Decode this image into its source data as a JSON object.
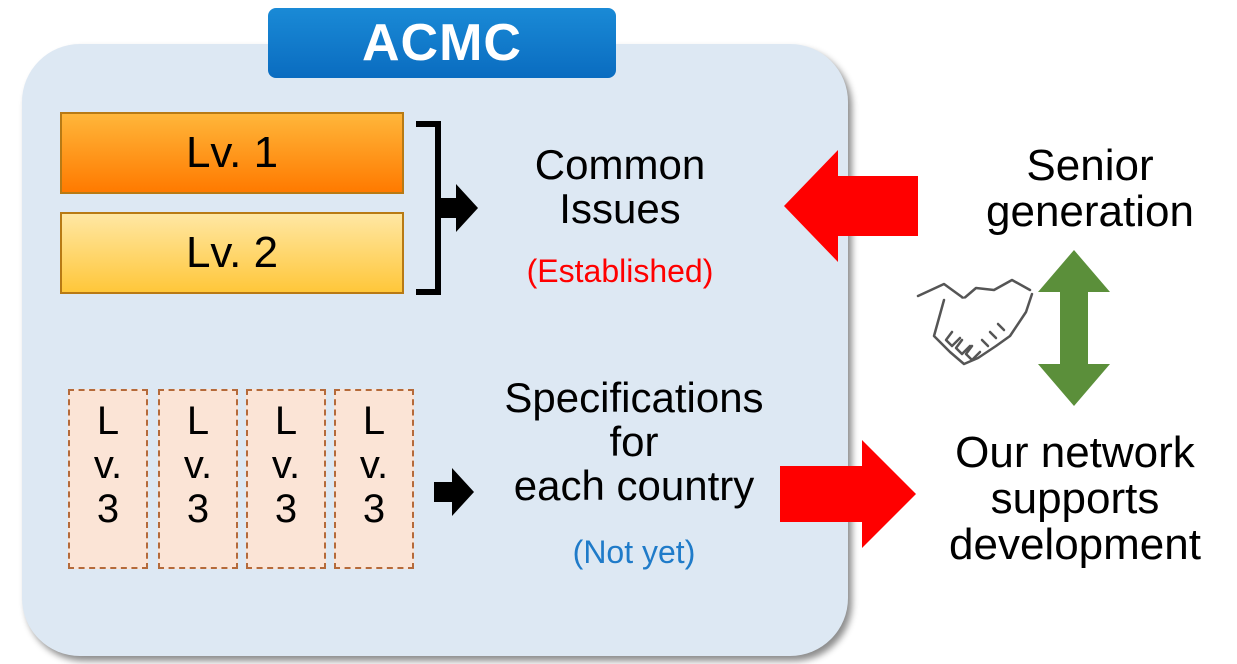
{
  "title": "ACMC",
  "levels": {
    "lv1": "Lv. 1",
    "lv2": "Lv. 2",
    "lv3": [
      "L",
      "v.",
      "3"
    ]
  },
  "common_issues": {
    "line1": "Common",
    "line2": "Issues",
    "status": "(Established)"
  },
  "specifications": {
    "line1": "Specifications",
    "line2": "for",
    "line3": "each country",
    "status": "(Not yet)"
  },
  "senior": {
    "line1": "Senior",
    "line2": "generation"
  },
  "network": {
    "line1": "Our network",
    "line2": "supports",
    "line3": "development"
  },
  "colors": {
    "panel": "#dde8f3",
    "title_tab": "#0a6cc0",
    "established": "#ff0000",
    "not_yet": "#1f7bc9",
    "red_arrow": "#ff0000",
    "green_arrow": "#5b8f3a"
  },
  "icons": [
    "handshake-icon"
  ]
}
